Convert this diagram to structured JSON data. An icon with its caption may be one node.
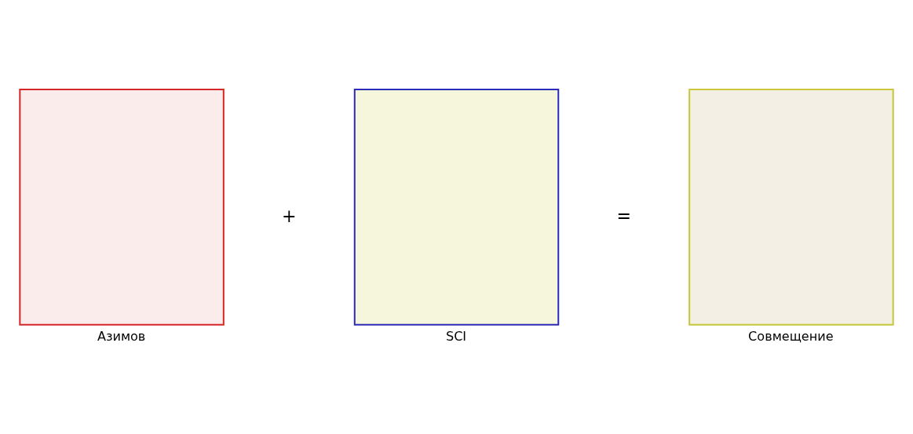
{
  "diagram": {
    "nodes": [
      {
        "text": [],
        "shape": "box",
        "beside": [
          "Азимов"
        ]
      },
      {
        "text": [],
        "shape": "box",
        "beside": [
          "SCI"
        ]
      },
      {
        "text": [],
        "shape": "box",
        "beside": [
          "Совмещение"
        ]
      }
    ],
    "edges": [],
    "labels": [
      "+",
      "="
    ]
  }
}
